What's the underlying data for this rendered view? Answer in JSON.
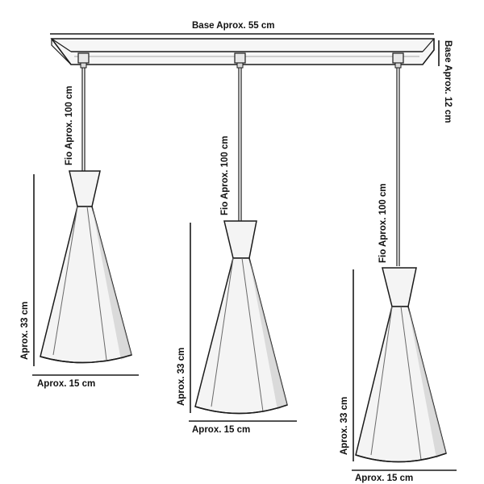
{
  "labels": {
    "base_width": "Base Aprox. 55 cm",
    "base_height": "Base Aprox. 12 cm",
    "wire_1": "Fio Aprox. 100 cm",
    "wire_2": "Fio Aprox. 100 cm",
    "wire_3": "Fio Aprox. 100 cm",
    "shade_height_1": "Aprox. 33 cm",
    "shade_height_2": "Aprox. 33 cm",
    "shade_height_3": "Aprox. 33 cm",
    "shade_width_1": "Aprox. 15 cm",
    "shade_width_2": "Aprox. 15 cm",
    "shade_width_3": "Aprox. 15 cm"
  },
  "colors": {
    "line": "#1a1a1a",
    "shade_fill": "#f4f4f4",
    "shade_shadow": "#cfcfcf"
  }
}
